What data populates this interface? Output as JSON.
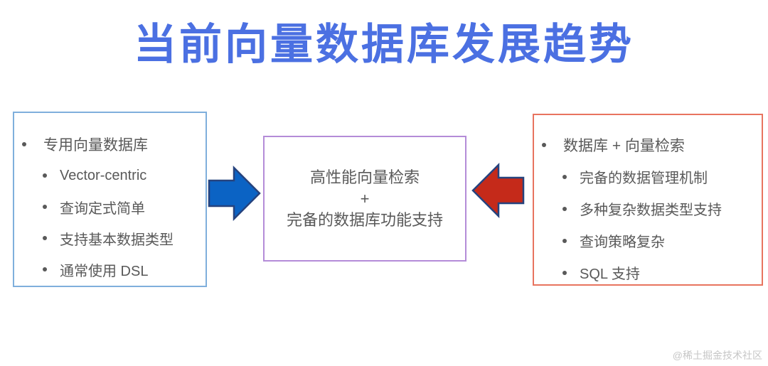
{
  "title": "当前向量数据库发展趋势",
  "left_box": {
    "heading": "专用向量数据库",
    "items": [
      "Vector-centric",
      "查询定式简单",
      "支持基本数据类型",
      "通常使用 DSL"
    ]
  },
  "center_box": {
    "line1": "高性能向量检索",
    "line2": "+",
    "line3": "完备的数据库功能支持"
  },
  "right_box": {
    "heading": "数据库 + 向量检索",
    "items": [
      "完备的数据管理机制",
      "多种复杂数据类型支持",
      "查询策略复杂",
      "SQL 支持"
    ]
  },
  "watermark": "@稀土掘金技术社区",
  "colors": {
    "c_title": "#4B70E2",
    "c_left_border": "#7FAFDC",
    "c_center_border": "#B48CD8",
    "c_right_border": "#E8745F",
    "c_text": "#595959",
    "c_arrow_blue": "#0B63C4",
    "c_arrow_red": "#C52A1A",
    "c_arrow_stroke": "#26437E",
    "c_watermark": "#C6C6C6"
  }
}
